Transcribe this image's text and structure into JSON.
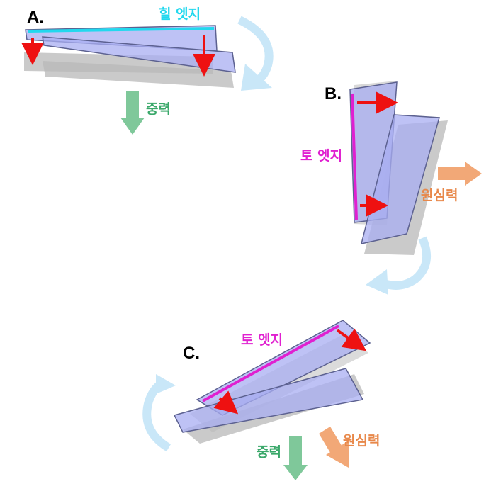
{
  "colors": {
    "plate_fill": "#a8aef2",
    "plate_stroke": "#5c6190",
    "shadow": "#b8b8b8",
    "force_arrow": "#ee1111",
    "rotation_arrow": "#c9e7f8",
    "gravity_arrow": "#7fc89a",
    "centrifugal_arrow": "#f2a877",
    "heel_edge": "#22d8ee",
    "toe_edge": "#e020d0"
  },
  "panels": {
    "a": {
      "letter": "A.",
      "edge_label": "힐 엣지",
      "gravity_label": "중력"
    },
    "b": {
      "letter": "B.",
      "edge_label": "토 엣지",
      "centrifugal_label": "원심력"
    },
    "c": {
      "letter": "C.",
      "edge_label": "토 엣지",
      "gravity_label": "중력",
      "centrifugal_label": "원심력"
    }
  }
}
